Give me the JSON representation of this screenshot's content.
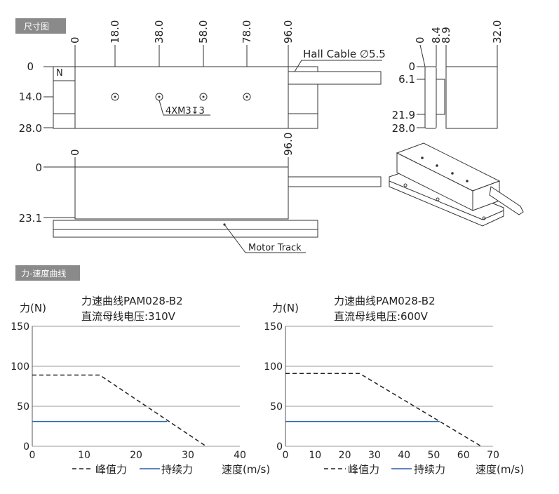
{
  "sections": {
    "dimensions": "尺寸图",
    "force_speed": "力-速度曲线"
  },
  "top_view": {
    "x_labels": [
      "0",
      "18.0",
      "38.0",
      "58.0",
      "78.0",
      "96.0"
    ],
    "y_labels": [
      "0",
      "14.0",
      "28.0"
    ],
    "hall_cable": "Hall Cable ∅5.5",
    "n_mark": "N",
    "hole_note": "4XM3↧3"
  },
  "side_view": {
    "x_labels": [
      "0",
      "96.0"
    ],
    "y_labels": [
      "0",
      "23.1"
    ],
    "motor_track": "Motor Track"
  },
  "end_view": {
    "x_labels": [
      "0",
      "8.4",
      "8.9",
      "32.0"
    ],
    "y_labels": [
      "0",
      "6.1",
      "21.9",
      "28.0"
    ]
  },
  "chart_data": [
    {
      "type": "line",
      "title": "力速曲线PAM028-B2",
      "subtitle": "直流母线电压:310V",
      "ylabel": "力(N)",
      "xlabel": "速度(m/s)",
      "xlim": [
        0,
        40
      ],
      "ylim": [
        0,
        150
      ],
      "xticks": [
        0,
        10,
        20,
        30,
        40
      ],
      "yticks": [
        0,
        50,
        100,
        150
      ],
      "series": [
        {
          "name": "峰值力",
          "style": "dashed",
          "color": "#222222",
          "x": [
            0,
            13,
            33.5
          ],
          "y": [
            89,
            89,
            0
          ]
        },
        {
          "name": "持续力",
          "style": "solid",
          "color": "#2e5fa8",
          "x": [
            0,
            26
          ],
          "y": [
            31,
            31
          ]
        }
      ]
    },
    {
      "type": "line",
      "title": "力速曲线PAM028-B2",
      "subtitle": "直流母线电压:600V",
      "ylabel": "力(N)",
      "xlabel": "速度(m/s)",
      "xlim": [
        0,
        70
      ],
      "ylim": [
        0,
        150
      ],
      "xticks": [
        0,
        10,
        20,
        30,
        40,
        50,
        60,
        70
      ],
      "yticks": [
        0,
        50,
        100,
        150
      ],
      "series": [
        {
          "name": "峰值力",
          "style": "dashed",
          "color": "#222222",
          "x": [
            0,
            25,
            66
          ],
          "y": [
            91,
            91,
            0
          ]
        },
        {
          "name": "持续力",
          "style": "solid",
          "color": "#2e5fa8",
          "x": [
            0,
            52
          ],
          "y": [
            31,
            31
          ]
        }
      ]
    }
  ]
}
